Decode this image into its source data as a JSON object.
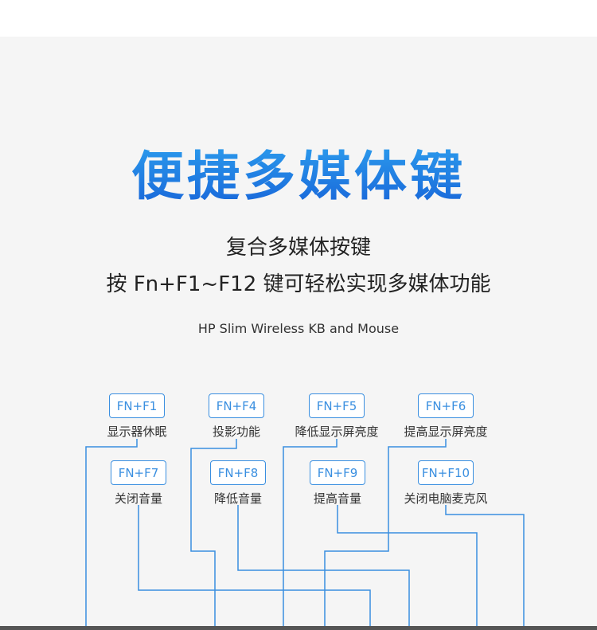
{
  "title": "便捷多媒体键",
  "subtitle_line1": "复合多媒体按键",
  "subtitle_line2": "按 Fn+F1~F12 键可轻松实现多媒体功能",
  "model": "HP Slim Wireless KB and Mouse",
  "colors": {
    "accent": "#3a8fe0",
    "title_gradient_top": "#2fa4f0",
    "title_gradient_bottom": "#1763d8"
  },
  "keys": [
    {
      "key": "FN+F1",
      "label": "显示器休眠"
    },
    {
      "key": "FN+F4",
      "label": "投影功能"
    },
    {
      "key": "FN+F5",
      "label": "降低显示屏亮度"
    },
    {
      "key": "FN+F6",
      "label": "提高显示屏亮度"
    },
    {
      "key": "FN+F7",
      "label": "关闭音量"
    },
    {
      "key": "FN+F8",
      "label": "降低音量"
    },
    {
      "key": "FN+F9",
      "label": "提高音量"
    },
    {
      "key": "FN+F10",
      "label": "关闭电脑麦克风"
    }
  ]
}
